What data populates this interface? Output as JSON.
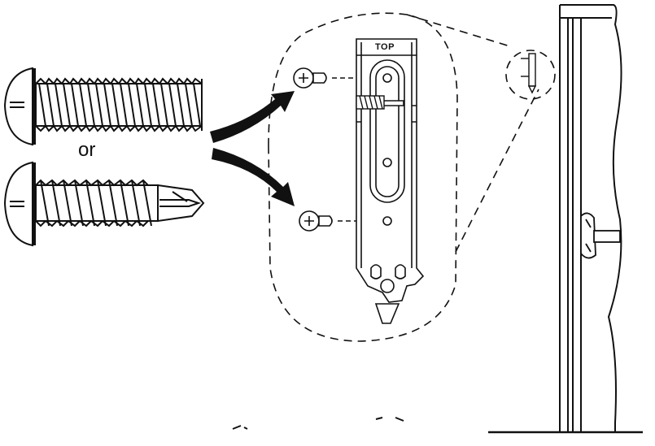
{
  "labels": {
    "or_text": "or",
    "bracket_top_text": "TOP"
  },
  "colors": {
    "line": "#111111",
    "background": "#ffffff"
  },
  "figure": {
    "screws": [
      "pan-head-machine-screw",
      "pan-head-self-drilling-screw"
    ],
    "callout": "dashed-zoom-outline",
    "hardware": "mounting-bracket"
  }
}
